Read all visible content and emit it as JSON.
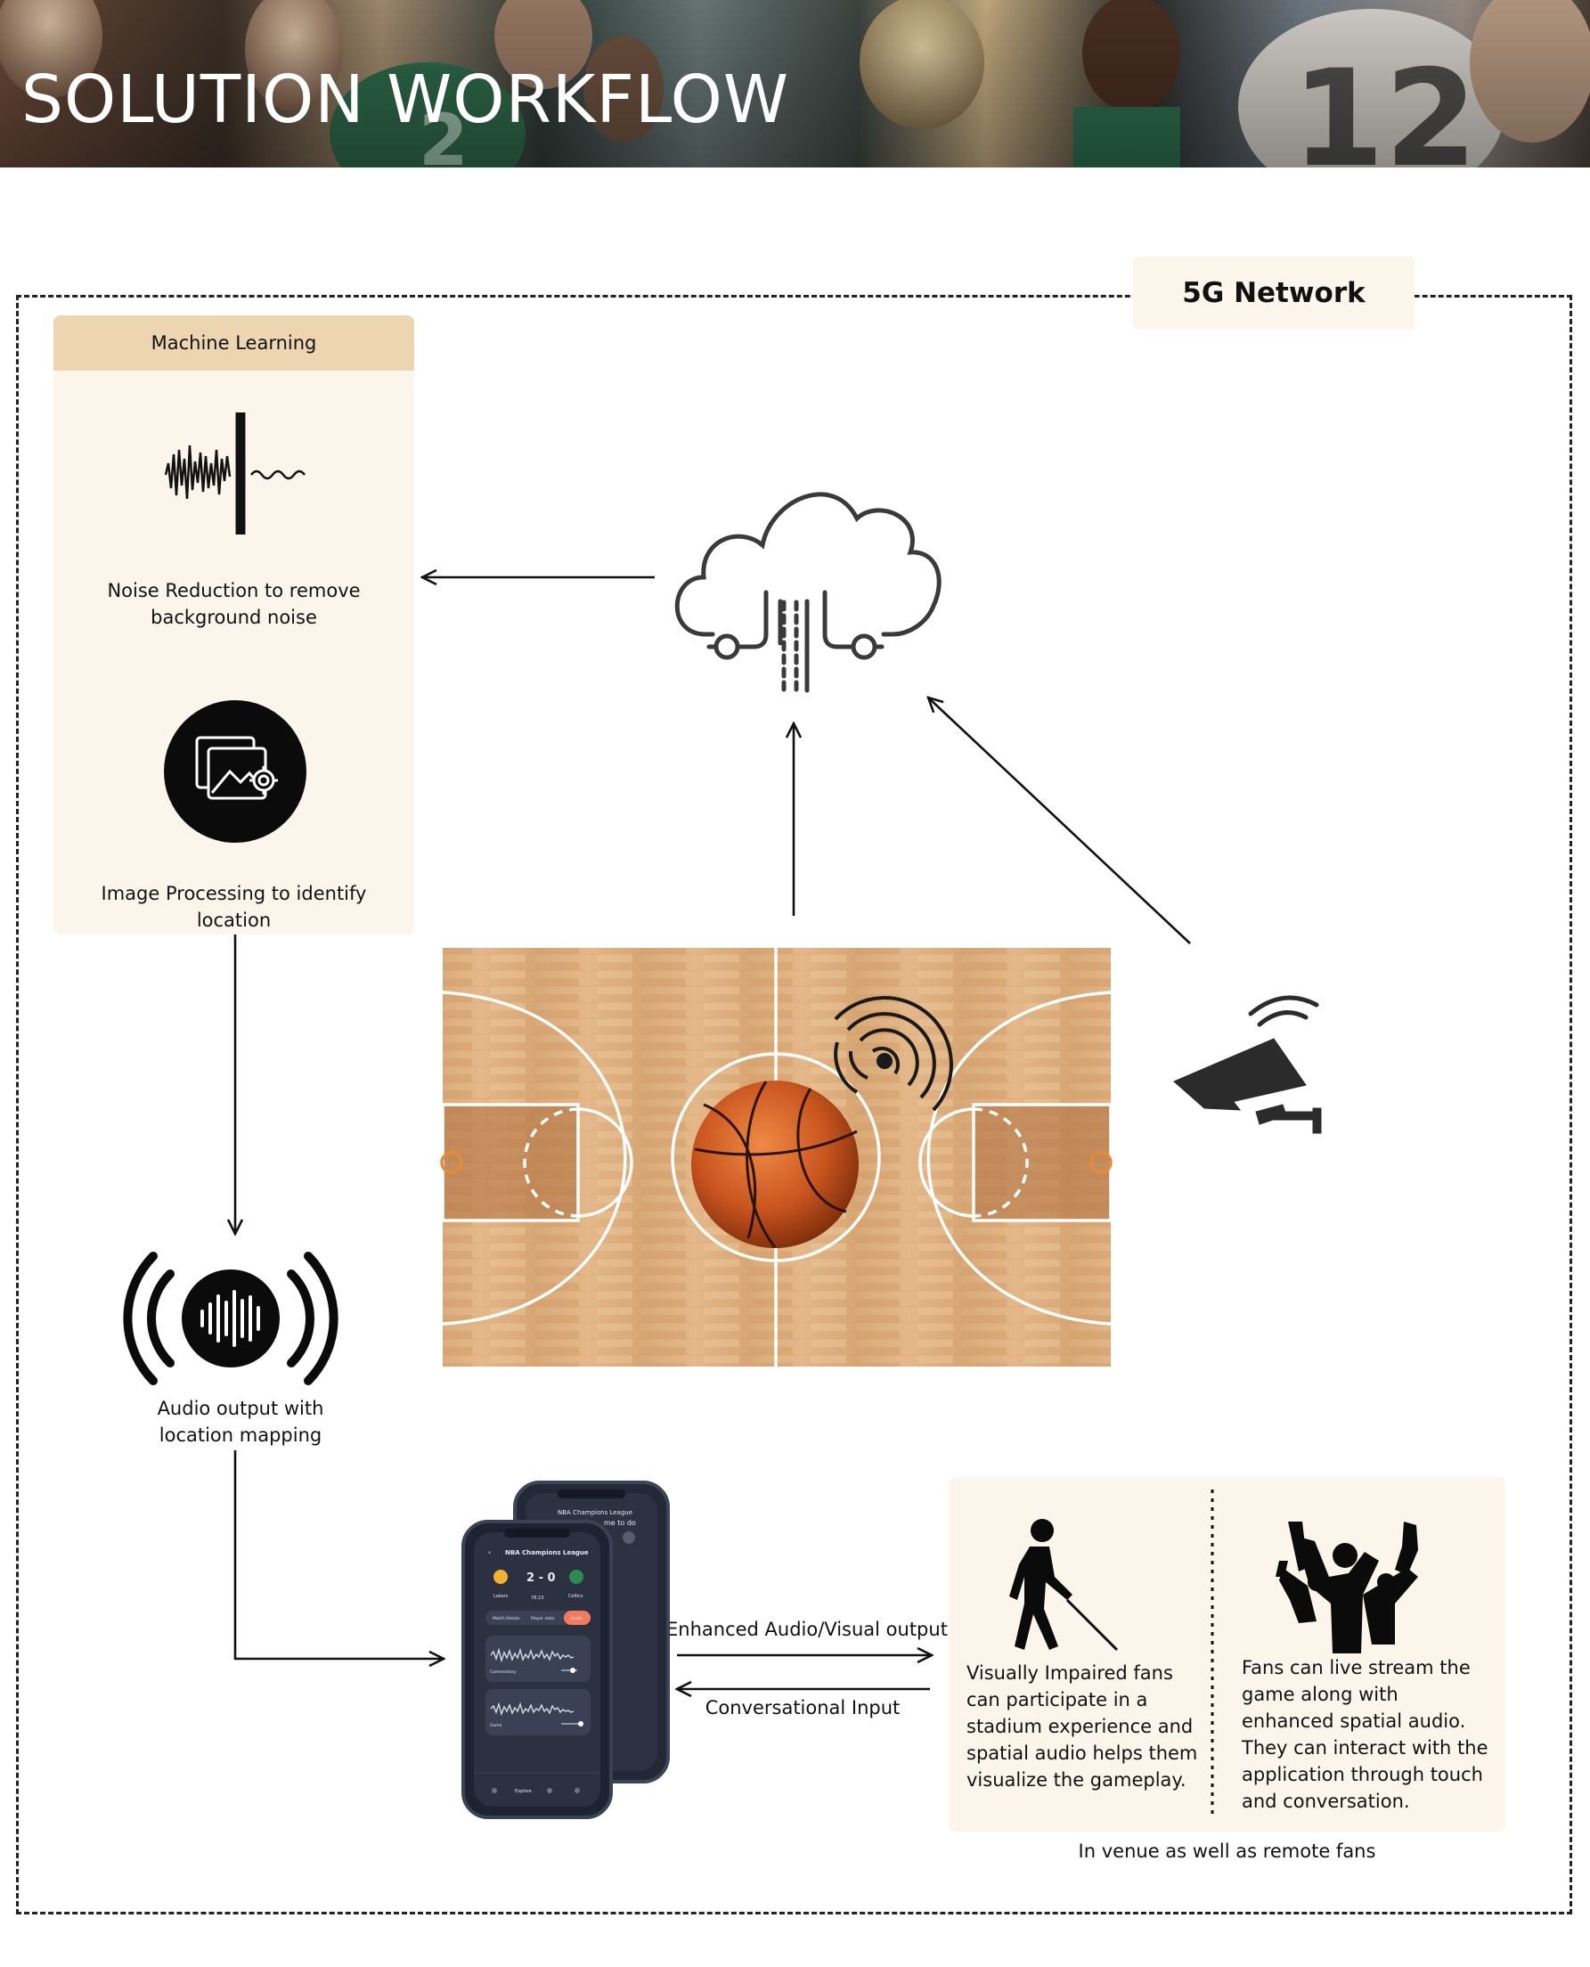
{
  "header": {
    "title": "SOLUTION WORKFLOW"
  },
  "network": {
    "label": "5G Network"
  },
  "machine_learning": {
    "title": "Machine Learning",
    "noise_reduction": {
      "label": "Noise Reduction to remove background noise",
      "icon": "waveform-icon"
    },
    "image_processing": {
      "label": "Image Processing to identify location",
      "icon": "image-gear-icon"
    }
  },
  "cloud": {
    "icon": "cloud-network-icon"
  },
  "court": {
    "icon": "basketball-court-image",
    "sensor_icon": "signal-waves-icon"
  },
  "camera": {
    "icon": "security-camera-icon"
  },
  "audio_output": {
    "label": "Audio output with location mapping",
    "icon": "audio-signal-icon"
  },
  "phone": {
    "header": "NBA Champions League",
    "back_header": "NBA Champions League",
    "score": "2 - 0",
    "team_home": "Lakers",
    "team_away": "Celtics",
    "time": "78:23",
    "tabs": [
      "Match Details",
      "Player stats",
      "Audio"
    ],
    "tracks": [
      "Commentary",
      "Game"
    ],
    "nav_active": "Explore",
    "back_partial": "me to do"
  },
  "flows": {
    "output_label": "Enhanced Audio/Visual output",
    "input_label": "Conversational Input"
  },
  "fans": {
    "visually_impaired": "Visually Impaired fans can participate in a stadium experience and spatial audio helps them visualize the gameplay.",
    "remote": "Fans can live stream the game along with enhanced spatial audio. They can interact with the application through touch and conversation.",
    "caption": "In venue as well as remote fans"
  },
  "colors": {
    "panel_bg": "#fcf5eb",
    "panel_header": "#ecd5b0",
    "line": "#111111"
  }
}
